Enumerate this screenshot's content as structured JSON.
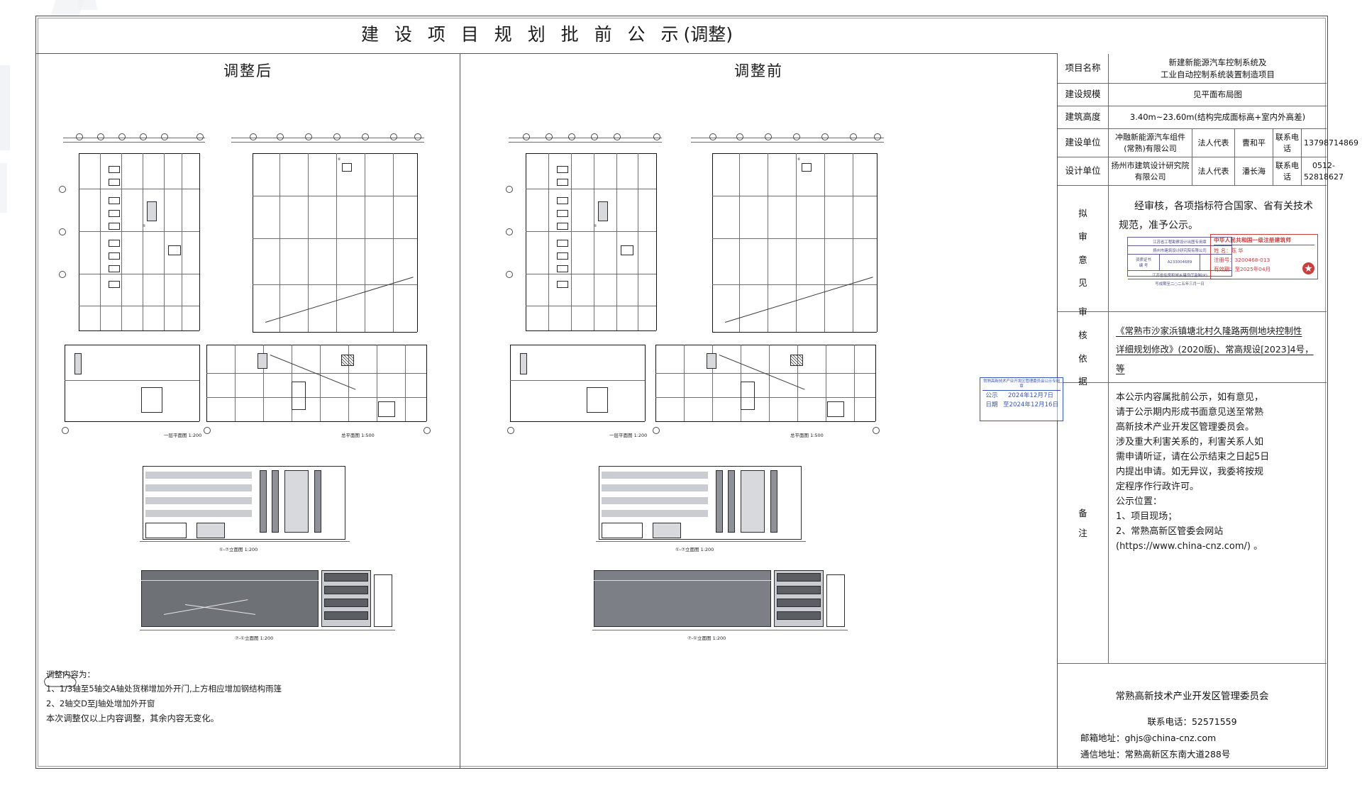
{
  "document": {
    "title_main": "建 设 项 目 规 划 批 前 公 示",
    "title_tail": "(调整)"
  },
  "columns": {
    "after": "调整后",
    "before": "调整前"
  },
  "info_table": {
    "project_name_label": "项目名称",
    "project_name_line1": "新建新能源汽车控制系统及",
    "project_name_line2": "工业自动控制系统装置制造项目",
    "scale_label": "建设规模",
    "scale_value": "见平面布局图",
    "height_label": "建筑高度",
    "height_value": "3.40m~23.60m(结构完成面标高+室内外高差)",
    "build_unit_label": "建设单位",
    "build_unit_name": "冲融新能源汽车组件(常熟)有限公司",
    "legal_rep_label": "法人代表",
    "build_unit_rep": "曹和平",
    "contact_label": "联系电话",
    "build_unit_tel": "13798714869",
    "design_unit_label": "设计单位",
    "design_unit_name": "扬州市建筑设计研究院有限公司",
    "design_unit_rep": "潘长海",
    "design_unit_tel": "0512-52818627",
    "opinion_label": "拟审意见",
    "opinion_text": "经审核，各项指标符合国家、省有关技术规范，准予公示。",
    "basis_label": "审核依据",
    "basis_line1": "《常熟市沙家浜镇塘北村久隆路两侧地块控制性",
    "basis_line2": "详细规划修改》(2020版)、常高规设[2023]4号，等",
    "remark_label": "备注",
    "remark_lines": [
      "本公示内容属批前公示，如有意见，",
      "请于公示期内形成书面意见送至常熟",
      "高新技术产业开发区管理委员会。",
      "涉及重大利害关系的，利害关系人如",
      "需申请听证，请在公示结束之日起5日",
      "内提出申请。如无异议，我委将按规",
      "定程序作行政许可。",
      "公示位置：",
      "1、项目现场；",
      "2、常熟高新区管委会网站",
      "(https://www.china-cnz.com/) 。"
    ],
    "footer_org": "常熟高新技术产业开发区管理委员会",
    "footer_tel": "联系电话：52571559",
    "footer_mail": "邮箱地址：ghjs@china-cnz.com",
    "footer_addr": "通信地址：常熟高新区东南大道288号"
  },
  "stamps": {
    "design_stamp": {
      "line1": "江苏省工程勘察设计出图专用章",
      "line2": "扬州市建筑设计研究院有限公司",
      "line3_label1": "资质证书",
      "line3_label2": "编  号",
      "line3_value": "A233004689",
      "line4": "江苏省住房和城乡建设厅监制(K)",
      "line5": "写成期至二○二五年三月一日",
      "color": "#24246b"
    },
    "architect_stamp": {
      "title": "中华人民共和国一级注册建筑师",
      "name_label": "姓  名：",
      "name_value": "陈   华",
      "reg_label": "注册号：",
      "reg_value": "3200468-013",
      "valid_label": "有效期：",
      "valid_value": "至2025年04月",
      "color": "#c0201f"
    },
    "date_stamp": {
      "header": "常熟高新技术产业开发区管理委员会公示专用章",
      "label": "公示日期",
      "from": "2024年12月7日",
      "to": "至2024年12月16日",
      "color": "#1d3fb0"
    }
  },
  "adjustment_notes": {
    "heading": "调整内容为：",
    "items": [
      "1、1/3轴至5轴交A轴处货梯增加外开门,上方相应增加钢结构雨篷",
      "2、2轴交D至J轴处增加外开窗"
    ],
    "summary": "本次调整仅以上内容调整，其余内容无变化。"
  },
  "drawing_labels": {
    "plan_left_1": "一层平面图 1:200",
    "plan_left_2": "总平面图 1:500",
    "elev_left": "①-⑦立面图 1:200",
    "section_left": "⑦-①立面图 1:200",
    "plan_right_1": "一层平面图 1:200",
    "plan_right_2": "总平面图 1:500",
    "elev_right": "①-⑦立面图 1:200",
    "section_right": "⑦-①立面图 1:200"
  }
}
